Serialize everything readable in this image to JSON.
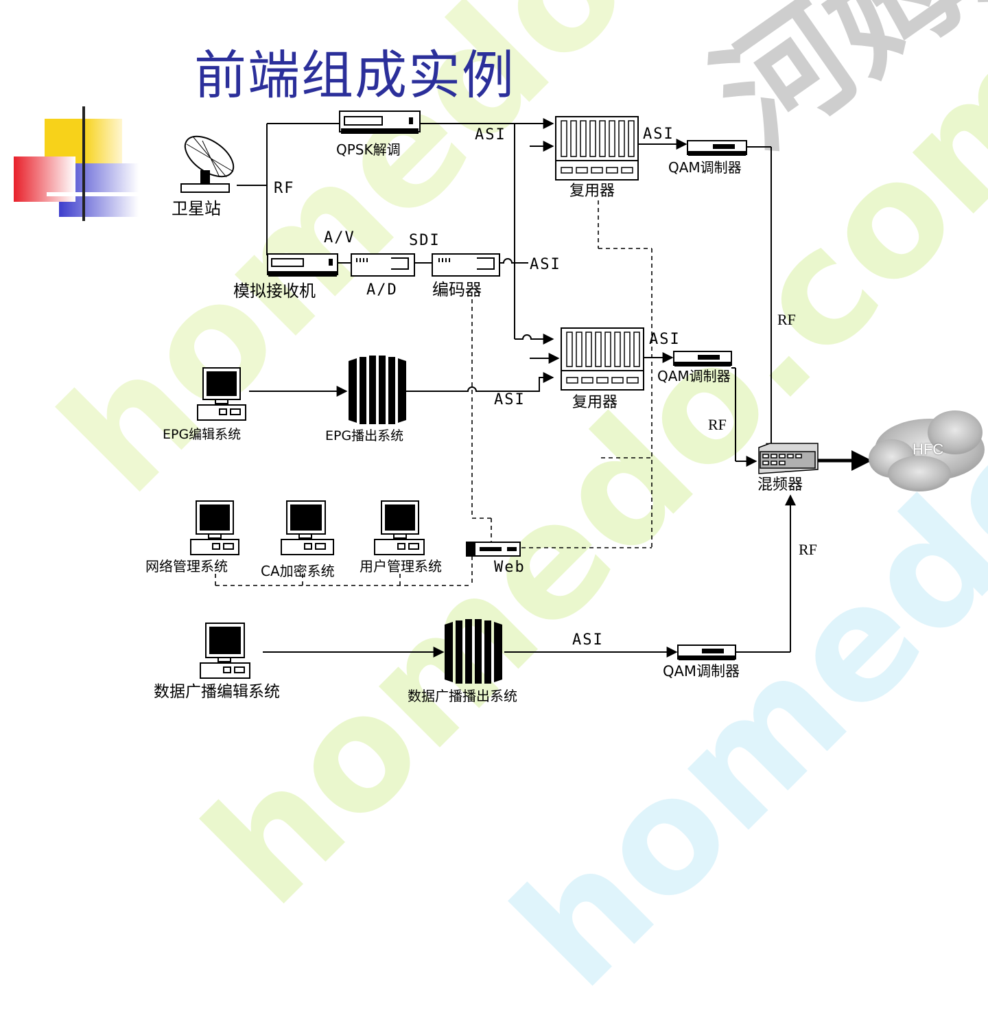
{
  "slide_title": "前端组成实例",
  "labels": {
    "satellite_station": "卫星站",
    "rf_satellite": "RF",
    "qpsk_demod": "QPSK解调",
    "asi_top": "ASI",
    "asi_mux1_out": "ASI",
    "mux1": "复用器",
    "qam1": "QAM调制器",
    "av": "A/V",
    "sdi": "SDI",
    "analog_receiver": "模拟接收机",
    "ad": "A/D",
    "encoder": "编码器",
    "asi_encoder": "ASI",
    "rf_qam1": "RF",
    "asi_mux2_out": "ASI",
    "qam2": "QAM调制器",
    "mux2": "复用器",
    "epg_edit": "EPG编辑系统",
    "epg_play": "EPG播出系统",
    "asi_epg": "ASI",
    "rf_qam2": "RF",
    "combiner": "混频器",
    "hfc": "HFC",
    "nms": "网络管理系统",
    "ca": "CA加密系统",
    "user_mgmt": "用户管理系统",
    "web": "Web",
    "rf_qam3": "RF",
    "data_edit": "数据广播编辑系统",
    "data_play": "数据广播播出系统",
    "asi_data": "ASI",
    "qam3": "QAM调制器"
  },
  "watermark": {
    "text_latin": "homedo.com",
    "text_cjk": "河姆渡"
  },
  "colors": {
    "title": "#2b2f9a",
    "deco_yellow": "#f7d21a",
    "deco_red": "#e8202a",
    "deco_blue": "#3d3dcc",
    "watermark_green": "#eef8d0",
    "watermark_cyan": "#d6f2fb",
    "watermark_gray": "#c8c8c8"
  }
}
